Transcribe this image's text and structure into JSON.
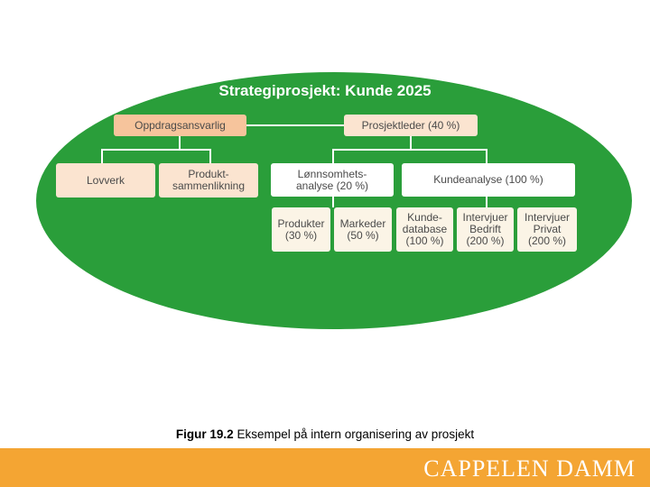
{
  "diagram": {
    "title": "Strategiprosjekt: Kunde 2025",
    "nodes": {
      "oppdrag": "Oppdragsansvarlig",
      "prosjektleder": "Prosjektleder (40 %)",
      "lovverk": "Lovverk",
      "produkt": "Produkt-\nsammenlikning",
      "lonnsomhet": "Lønnsomhets-\nanalyse (20 %)",
      "kundeanalyse": "Kundeanalyse (100 %)",
      "produkter": "Produkter\n(30 %)",
      "markeder": "Markeder\n(50 %)",
      "kundedatabase": "Kunde-\ndatabase\n(100 %)",
      "intervjuer_bedrift": "Intervjuer\nBedrift\n(200 %)",
      "intervjuer_privat": "Intervjuer\nPrivat\n(200 %)"
    },
    "colors": {
      "background": "#2a9e3a",
      "primary_box": "#f6c49c",
      "secondary_box": "#fbe4d0",
      "leaf_box": "#fbf4e6"
    }
  },
  "caption": {
    "label": "Figur 19.2",
    "text": " Eksempel på intern organisering av prosjekt"
  },
  "footer": {
    "brand": "CAPPELEN DAMM",
    "color": "#f4a533"
  }
}
